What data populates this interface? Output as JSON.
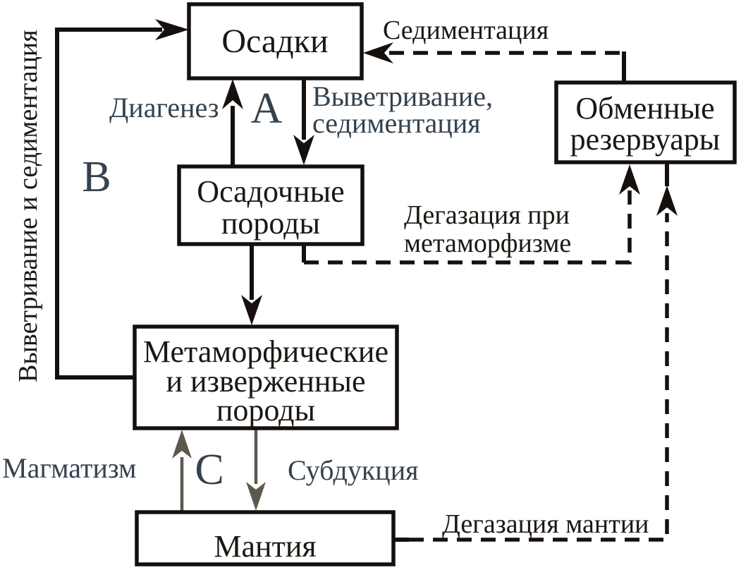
{
  "diagram": {
    "boxes": {
      "sediments": {
        "label": "Осадки"
      },
      "exchange_reservoirs": {
        "line1": "Обменные",
        "line2": "резервуары"
      },
      "sedimentary_rocks": {
        "line1": "Осадочные",
        "line2": "породы"
      },
      "metamorphic_igneous_rocks": {
        "line1": "Метаморфические",
        "line2": "и изверженные",
        "line3": "породы"
      },
      "mantle": {
        "label": "Мантия"
      }
    },
    "labels": {
      "sedimentation_top": "Седиментация",
      "diagenesis": "Диагенез",
      "weathering_sedimentation_line1": "Выветривание,",
      "weathering_sedimentation_line2": "седиментация",
      "weathering_and_sedimentation_vertical": "Выветривание и седиментация",
      "degassing_metamorphism_line1": "Дегазация при",
      "degassing_metamorphism_line2": "метаморфизме",
      "magmatism": "Магматизм",
      "subduction": "Субдукция",
      "mantle_degassing": "Дегазация мантии"
    },
    "section_letters": {
      "a": "A",
      "b": "B",
      "c": "C"
    },
    "colors": {
      "background": "#ffffff",
      "line_black": "#15100d",
      "text_black": "#1c1712",
      "accent_slate": "#35424e",
      "arrow_gray": "#5e584e",
      "box_fill": "#ffffff"
    }
  }
}
